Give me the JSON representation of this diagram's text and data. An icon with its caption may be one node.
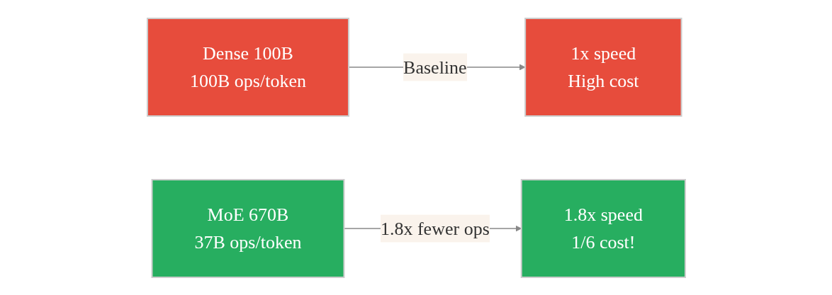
{
  "diagram": {
    "nodes": [
      {
        "text": [
          "Dense 100B",
          "100B ops/token"
        ]
      },
      {
        "text": [
          "1x speed",
          "High cost"
        ]
      },
      {
        "text": [
          "MoE 670B",
          "37B ops/token"
        ]
      },
      {
        "text": [
          "1.8x speed",
          "1/6 cost!"
        ]
      }
    ],
    "edges": [
      {
        "from": 0,
        "to": 1,
        "arrow": "to",
        "label": "Baseline"
      },
      {
        "from": 2,
        "to": 3,
        "arrow": "to",
        "label": "1.8x fewer ops"
      }
    ]
  }
}
